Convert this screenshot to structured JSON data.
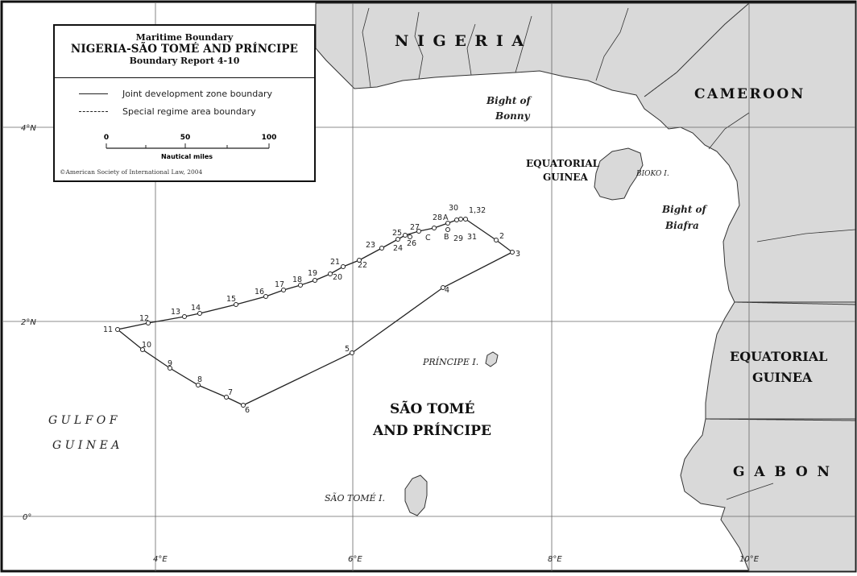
{
  "legend": {
    "subtitle": "Maritime Boundary",
    "title": "NIGERIA-SÃO TOMÉ AND PRÍNCIPE",
    "report": "Boundary Report 4-10",
    "joint_label": "Joint development zone boundary",
    "special_label": "Special regime area boundary",
    "scale": {
      "ticks": [
        "0",
        "50",
        "100"
      ],
      "unit": "Nautical miles"
    },
    "copyright": "©American Society of International Law, 2004"
  },
  "country_labels": {
    "nigeria": "N I G E R I A",
    "cameroon": "CAMEROON",
    "eq_guinea_main_1": "EQUATORIAL",
    "eq_guinea_main_2": "GUINEA",
    "eq_guinea_bioko_1": "EQUATORIAL",
    "eq_guinea_bioko_2": "GUINEA",
    "gabon": "G A B O N",
    "stp_1": "SÃO TOMÉ",
    "stp_2": "AND PRÍNCIPE"
  },
  "water_labels": {
    "gulf_1": "G U L F   O F",
    "gulf_2": "G U I N E A",
    "bonny_1": "Bight of",
    "bonny_2": "Bonny",
    "biafra_1": "Bight of",
    "biafra_2": "Biafra"
  },
  "island_labels": {
    "bioko": "BIOKO I.",
    "principe": "PRÍNCIPE I.",
    "sao_tome": "SÃO TOMÉ I."
  },
  "graticule": {
    "lat": [
      "4°N",
      "2°N",
      "0°"
    ],
    "lon": [
      "4°E",
      "6°E",
      "8°E",
      "10°E"
    ]
  },
  "boundary_points": [
    {
      "label": "1,32"
    },
    {
      "label": "2"
    },
    {
      "label": "3"
    },
    {
      "label": "4"
    },
    {
      "label": "5"
    },
    {
      "label": "6"
    },
    {
      "label": "7"
    },
    {
      "label": "8"
    },
    {
      "label": "9"
    },
    {
      "label": "10"
    },
    {
      "label": "11"
    },
    {
      "label": "12"
    },
    {
      "label": "13"
    },
    {
      "label": "14"
    },
    {
      "label": "15"
    },
    {
      "label": "16"
    },
    {
      "label": "17"
    },
    {
      "label": "18"
    },
    {
      "label": "19"
    },
    {
      "label": "20"
    },
    {
      "label": "21"
    },
    {
      "label": "22"
    },
    {
      "label": "23"
    },
    {
      "label": "24"
    },
    {
      "label": "25"
    },
    {
      "label": "26"
    },
    {
      "label": "27"
    },
    {
      "label": "28"
    },
    {
      "label": "29"
    },
    {
      "label": "30"
    },
    {
      "label": "31"
    },
    {
      "label": "A"
    },
    {
      "label": "B"
    },
    {
      "label": "C"
    }
  ],
  "colors": {
    "land": "#d9d9d9",
    "sea": "#ffffff",
    "lines": "#222222"
  }
}
